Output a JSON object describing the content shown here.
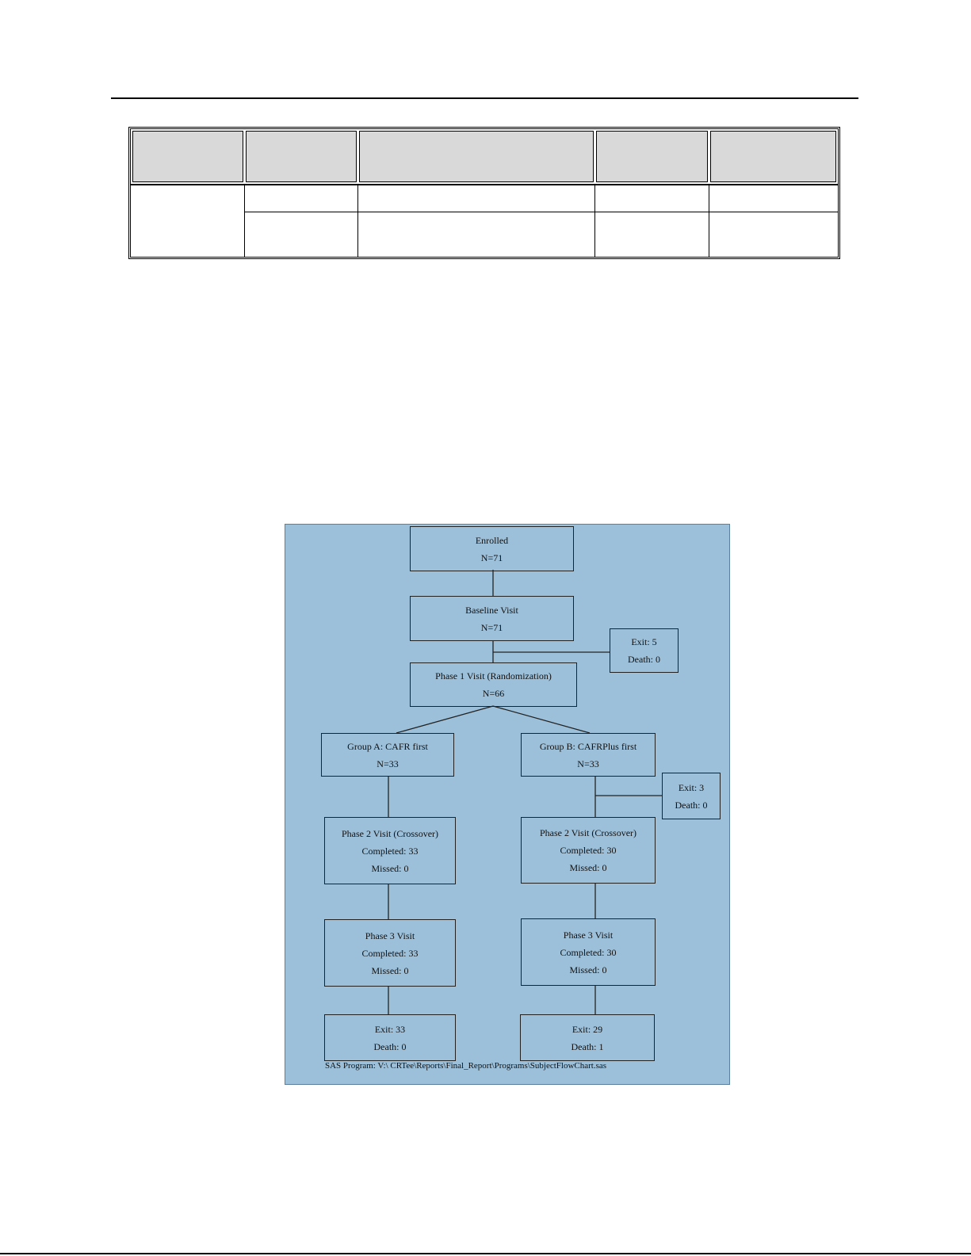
{
  "flowchart": {
    "enrolled": {
      "title": "Enrolled",
      "n": "N=71"
    },
    "baseline": {
      "title": "Baseline Visit",
      "n": "N=71"
    },
    "baseline_exit": {
      "exit": "Exit: 5",
      "death": "Death: 0"
    },
    "phase1": {
      "title": "Phase 1 Visit (Randomization)",
      "n": "N=66"
    },
    "group_a": {
      "title": "Group A: CAFR first",
      "n": "N=33"
    },
    "group_b": {
      "title": "Group B: CAFRPlus first",
      "n": "N=33"
    },
    "group_b_exit": {
      "exit": "Exit: 3",
      "death": "Death: 0"
    },
    "a_phase2": {
      "title": "Phase 2 Visit (Crossover)",
      "completed": "Completed: 33",
      "missed": "Missed: 0"
    },
    "b_phase2": {
      "title": "Phase 2 Visit (Crossover)",
      "completed": "Completed: 30",
      "missed": "Missed: 0"
    },
    "a_phase3": {
      "title": "Phase 3 Visit",
      "completed": "Completed: 33",
      "missed": "Missed: 0"
    },
    "b_phase3": {
      "title": "Phase 3 Visit",
      "completed": "Completed: 30",
      "missed": "Missed: 0"
    },
    "a_final": {
      "exit": "Exit: 33",
      "death": "Death: 0"
    },
    "b_final": {
      "exit": "Exit: 29",
      "death": "Death: 1"
    },
    "sas_program": "SAS Program: V:\\ CRTee\\Reports\\Final_Report\\Programs\\SubjectFlowChart.sas",
    "colors": {
      "background": "#9dc0da",
      "border": "#222222"
    }
  }
}
